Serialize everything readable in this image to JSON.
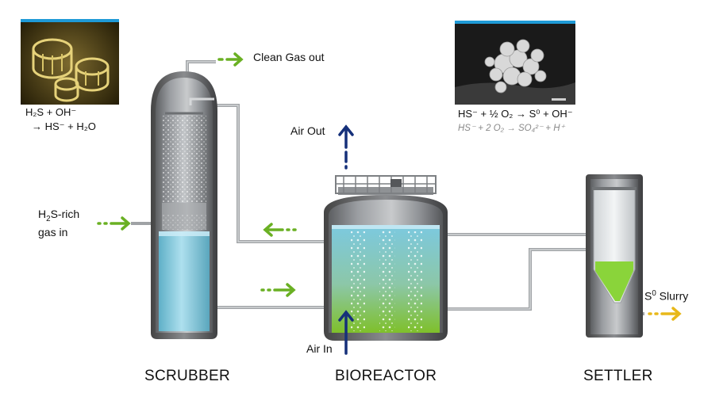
{
  "labels": {
    "clean_gas_out": "Clean Gas out",
    "air_out": "Air Out",
    "air_in": "Air In",
    "h2s_gas_in_line1_pre": "H",
    "h2s_gas_in_line1_sub": "2",
    "h2s_gas_in_line1_post": "S-rich",
    "h2s_gas_in_line2": "gas in",
    "slurry_sup": "0",
    "slurry_pre": "S",
    "slurry_post": " Slurry"
  },
  "units": {
    "scrubber": "SCRUBBER",
    "bioreactor": "BIOREACTOR",
    "settler": "SETTLER"
  },
  "reactions": {
    "scrubber_line1": "H₂S + OH⁻",
    "scrubber_line2": "→ HS⁻ + H₂O",
    "bio_line1": "HS⁻ + ½ O₂ → S⁰ + OH⁻",
    "bio_line2": "HS⁻ + 2 O₂ → SO₄²⁻ + H⁺"
  },
  "colors": {
    "accent_blue": "#1f9ad6",
    "arrow_green": "#6ab023",
    "arrow_navy": "#15307a",
    "slurry_yellow": "#e8b81a",
    "liquid_blue": "#8ed0e6",
    "sulfur_green": "#8ad43a"
  },
  "icons": {
    "packing_rings": "packing-rings-photo",
    "sulfur_sem": "sulfur-particle-micrograph"
  }
}
